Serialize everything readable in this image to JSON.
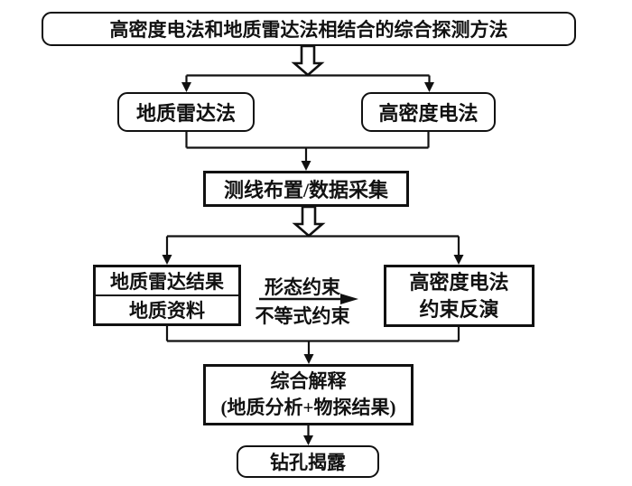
{
  "diagram": {
    "title": "高密度电法和地质雷达法相结合的综合探测方法",
    "methods": {
      "radar": "地质雷达法",
      "electric": "高密度电法"
    },
    "survey": "测线布置/数据采集",
    "results": {
      "radar_result": "地质雷达结果",
      "geology_data": "地质资料"
    },
    "constraints": {
      "shape": "形态约束",
      "inequality": "不等式约束"
    },
    "inversion": {
      "line1": "高密度电法",
      "line2": "约束反演"
    },
    "interpretation": {
      "line1": "综合解释",
      "line2": "(地质分析+物探结果)"
    },
    "drill": "钻孔揭露",
    "colors": {
      "stroke": "#111111",
      "background": "#ffffff"
    }
  }
}
